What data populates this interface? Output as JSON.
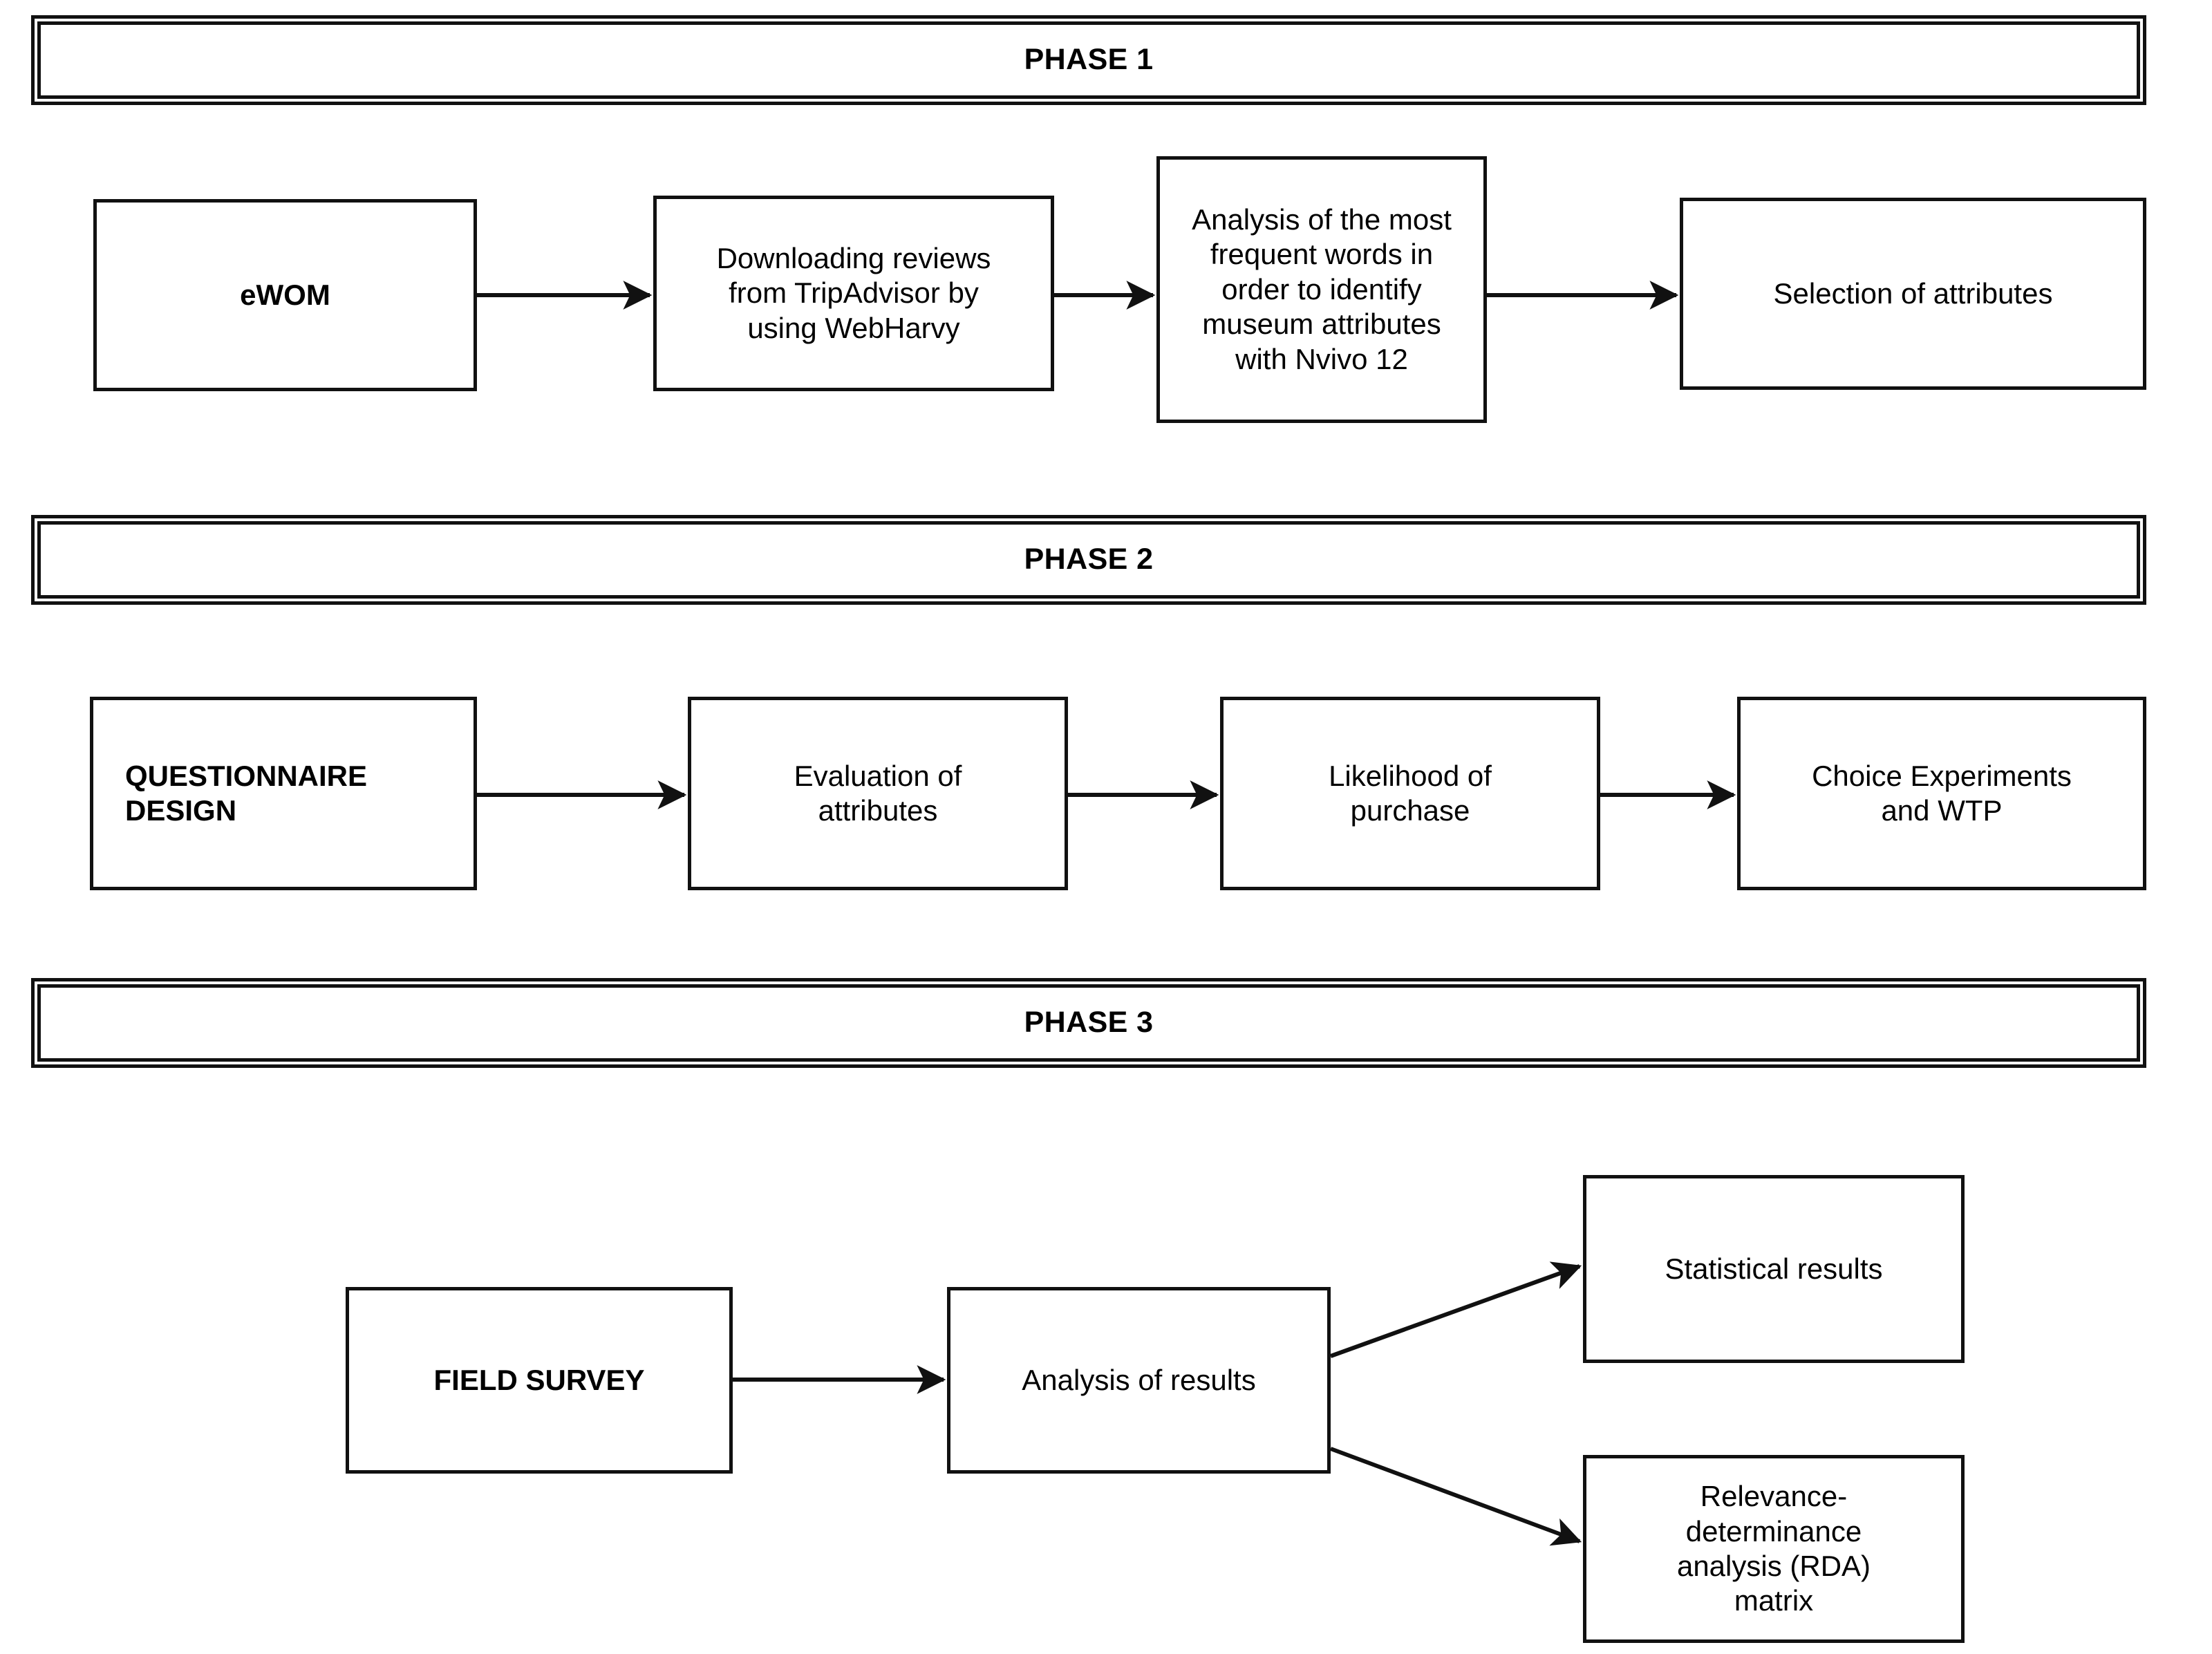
{
  "diagram": {
    "title": "Three-phase research methodology flowchart",
    "background_color": "#ffffff",
    "line_color": "#111111"
  },
  "phases": [
    {
      "banner_label": "PHASE 1",
      "nodes": [
        {
          "id": "ewom",
          "label": "eWOM",
          "bold": true,
          "align": "center"
        },
        {
          "id": "downloading",
          "label": "Downloading reviews\nfrom TripAdvisor by\nusing WebHarvy",
          "bold": false,
          "align": "center"
        },
        {
          "id": "analysis-words",
          "label": "Analysis of the most\nfrequent words in\norder to identify\nmuseum attributes\nwith Nvivo 12",
          "bold": false,
          "align": "center"
        },
        {
          "id": "selection",
          "label": "Selection of attributes",
          "bold": false,
          "align": "center"
        }
      ]
    },
    {
      "banner_label": "PHASE 2",
      "nodes": [
        {
          "id": "questionnaire",
          "label": "QUESTIONNAIRE\nDESIGN",
          "bold": true,
          "align": "left"
        },
        {
          "id": "evaluation",
          "label": "Evaluation of\nattributes",
          "bold": false,
          "align": "center"
        },
        {
          "id": "likelihood",
          "label": "Likelihood of\npurchase",
          "bold": false,
          "align": "center"
        },
        {
          "id": "choice",
          "label": "Choice Experiments\nand WTP",
          "bold": false,
          "align": "center"
        }
      ]
    },
    {
      "banner_label": "PHASE 3",
      "nodes": [
        {
          "id": "field-survey",
          "label": "FIELD SURVEY",
          "bold": true,
          "align": "center"
        },
        {
          "id": "analysis-results",
          "label": "Analysis of results",
          "bold": false,
          "align": "center"
        },
        {
          "id": "statistical",
          "label": "Statistical results",
          "bold": false,
          "align": "center"
        },
        {
          "id": "rda",
          "label": "Relevance-\ndeterminance\nanalysis (RDA)\nmatrix",
          "bold": false,
          "align": "center"
        }
      ]
    }
  ],
  "connectors": [
    {
      "from": "ewom",
      "to": "downloading",
      "kind": "straight-arrow"
    },
    {
      "from": "downloading",
      "to": "analysis-words",
      "kind": "straight-arrow"
    },
    {
      "from": "analysis-words",
      "to": "selection",
      "kind": "straight-arrow"
    },
    {
      "from": "questionnaire",
      "to": "evaluation",
      "kind": "straight-arrow"
    },
    {
      "from": "evaluation",
      "to": "likelihood",
      "kind": "straight-arrow"
    },
    {
      "from": "likelihood",
      "to": "choice",
      "kind": "straight-arrow"
    },
    {
      "from": "field-survey",
      "to": "analysis-results",
      "kind": "straight-arrow"
    },
    {
      "from": "analysis-results",
      "to": "statistical",
      "kind": "diagonal-arrow-up"
    },
    {
      "from": "analysis-results",
      "to": "rda",
      "kind": "diagonal-arrow-down"
    }
  ]
}
